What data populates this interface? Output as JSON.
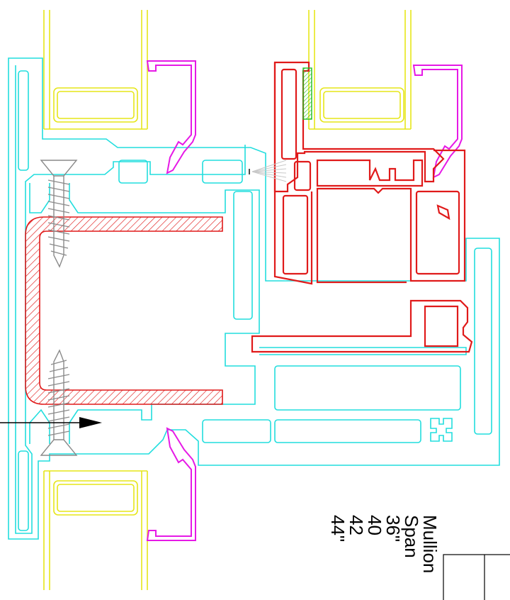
{
  "table": {
    "header_line1": "Mullion",
    "header_line2": "Span",
    "spans": [
      "36\"",
      "40",
      "42",
      "44\""
    ]
  },
  "colors": {
    "extrusion": "#22dede",
    "glass": "#e6e619",
    "gasket": "#e619e6",
    "insert": "#e01a1a",
    "green_block": "#1fbf1f",
    "screw": "#8a8a8a"
  }
}
